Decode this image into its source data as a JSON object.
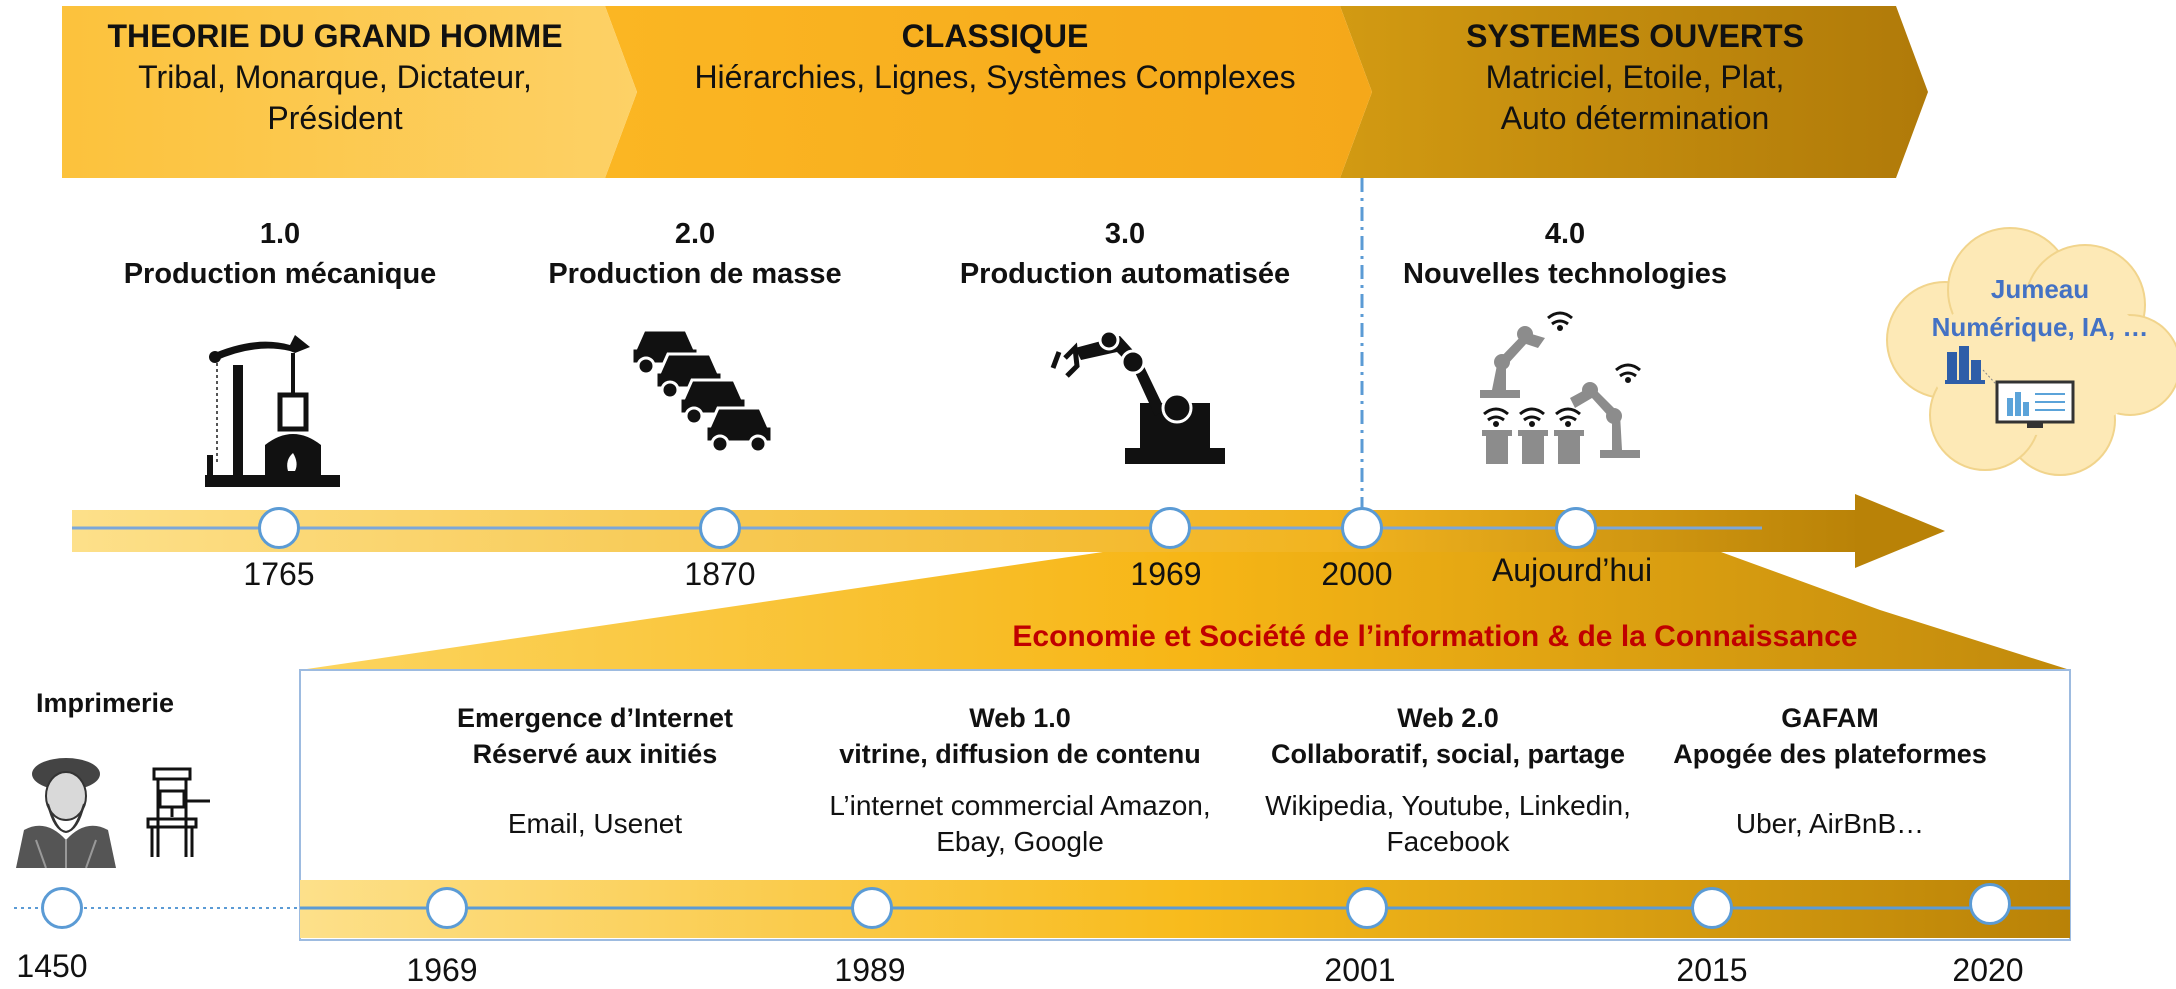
{
  "eras": [
    {
      "title": "THEORIE DU GRAND HOMME",
      "sub1": "Tribal, Monarque, Dictateur,",
      "sub2": "Président"
    },
    {
      "title": "CLASSIQUE",
      "sub1": "Hiérarchies, Lignes, Systèmes Complexes",
      "sub2": ""
    },
    {
      "title": "SYSTEMES OUVERTS",
      "sub1": "Matriciel, Etoile, Plat,",
      "sub2": "Auto détermination"
    }
  ],
  "revolutions": [
    {
      "version": "1.0",
      "label": "Production mécanique",
      "icon": "steam-engine-icon"
    },
    {
      "version": "2.0",
      "label": "Production de masse",
      "icon": "cars-icon"
    },
    {
      "version": "3.0",
      "label": "Production automatisée",
      "icon": "robot-arm-icon"
    },
    {
      "version": "4.0",
      "label": "Nouvelles technologies",
      "icon": "connected-robots-icon"
    }
  ],
  "cloud": {
    "line1": "Jumeau",
    "line2": "Numérique, IA, …"
  },
  "top_timeline": [
    "1765",
    "1870",
    "1969",
    "2000",
    "Aujourd’hui"
  ],
  "society_title": "Economie et Société de l’information & de la Connaissance",
  "printing": {
    "label": "Imprimerie",
    "year": "1450"
  },
  "phases": [
    {
      "title1": "Emergence d’Internet",
      "title2": "Réservé aux initiés",
      "desc1": "Email, Usenet",
      "desc2": ""
    },
    {
      "title1": "Web 1.0",
      "title2": "vitrine, diffusion de contenu",
      "desc1": "L’internet commercial Amazon,",
      "desc2": "Ebay, Google"
    },
    {
      "title1": "Web 2.0",
      "title2": "Collaboratif, social, partage",
      "desc1": "Wikipedia, Youtube, Linkedin,",
      "desc2": "Facebook"
    },
    {
      "title1": "GAFAM",
      "title2": "Apogée des plateformes",
      "desc1": "Uber, AirBnB…",
      "desc2": ""
    }
  ],
  "bottom_timeline": [
    "1969",
    "1989",
    "2001",
    "2015",
    "2020"
  ],
  "colors": {
    "era1": "#fcc540",
    "era2": "#f4b01e",
    "era3": "#c18a0c",
    "accent_red": "#c00000",
    "blue": "#4472c4",
    "node_border": "#5b9bd5"
  }
}
